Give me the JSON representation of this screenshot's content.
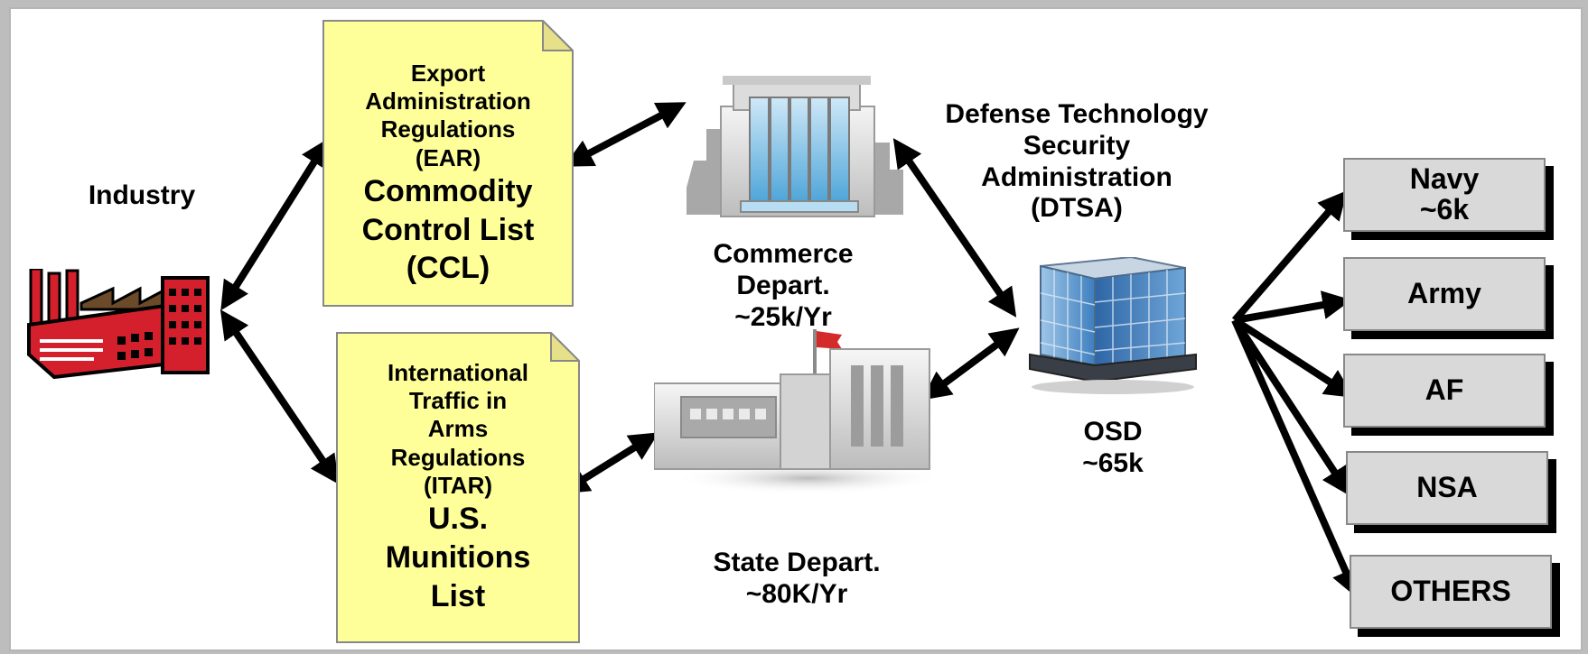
{
  "industry": {
    "label": "Industry"
  },
  "ear_doc": {
    "lines_small": [
      "Export",
      "Administration",
      "Regulations",
      "(EAR)"
    ],
    "lines_big": [
      "Commodity",
      "Control List",
      "(CCL)"
    ]
  },
  "itar_doc": {
    "lines_small": [
      "International",
      "Traffic in",
      "Arms",
      "Regulations",
      "(ITAR)"
    ],
    "lines_big": [
      "U.S.",
      "Munitions",
      "List"
    ]
  },
  "commerce": {
    "lines": [
      "Commerce",
      "Depart.",
      "~25k/Yr"
    ]
  },
  "state": {
    "lines": [
      "State Depart.",
      "~80K/Yr"
    ]
  },
  "dtsa": {
    "lines": [
      "Defense Technology",
      "Security",
      "Administration",
      "(DTSA)"
    ]
  },
  "osd": {
    "lines": [
      "OSD",
      "~65k"
    ]
  },
  "recipients": [
    {
      "label": "Navy\n~6k"
    },
    {
      "label": "Army"
    },
    {
      "label": "AF"
    },
    {
      "label": "NSA"
    },
    {
      "label": "OTHERS"
    }
  ],
  "colors": {
    "note_fill": "#ffff99",
    "box_fill": "#d9d9d9",
    "factory_red": "#d4202c"
  },
  "icons": [
    "factory-icon",
    "office-building-icon",
    "government-building-icon",
    "glass-tower-icon"
  ]
}
